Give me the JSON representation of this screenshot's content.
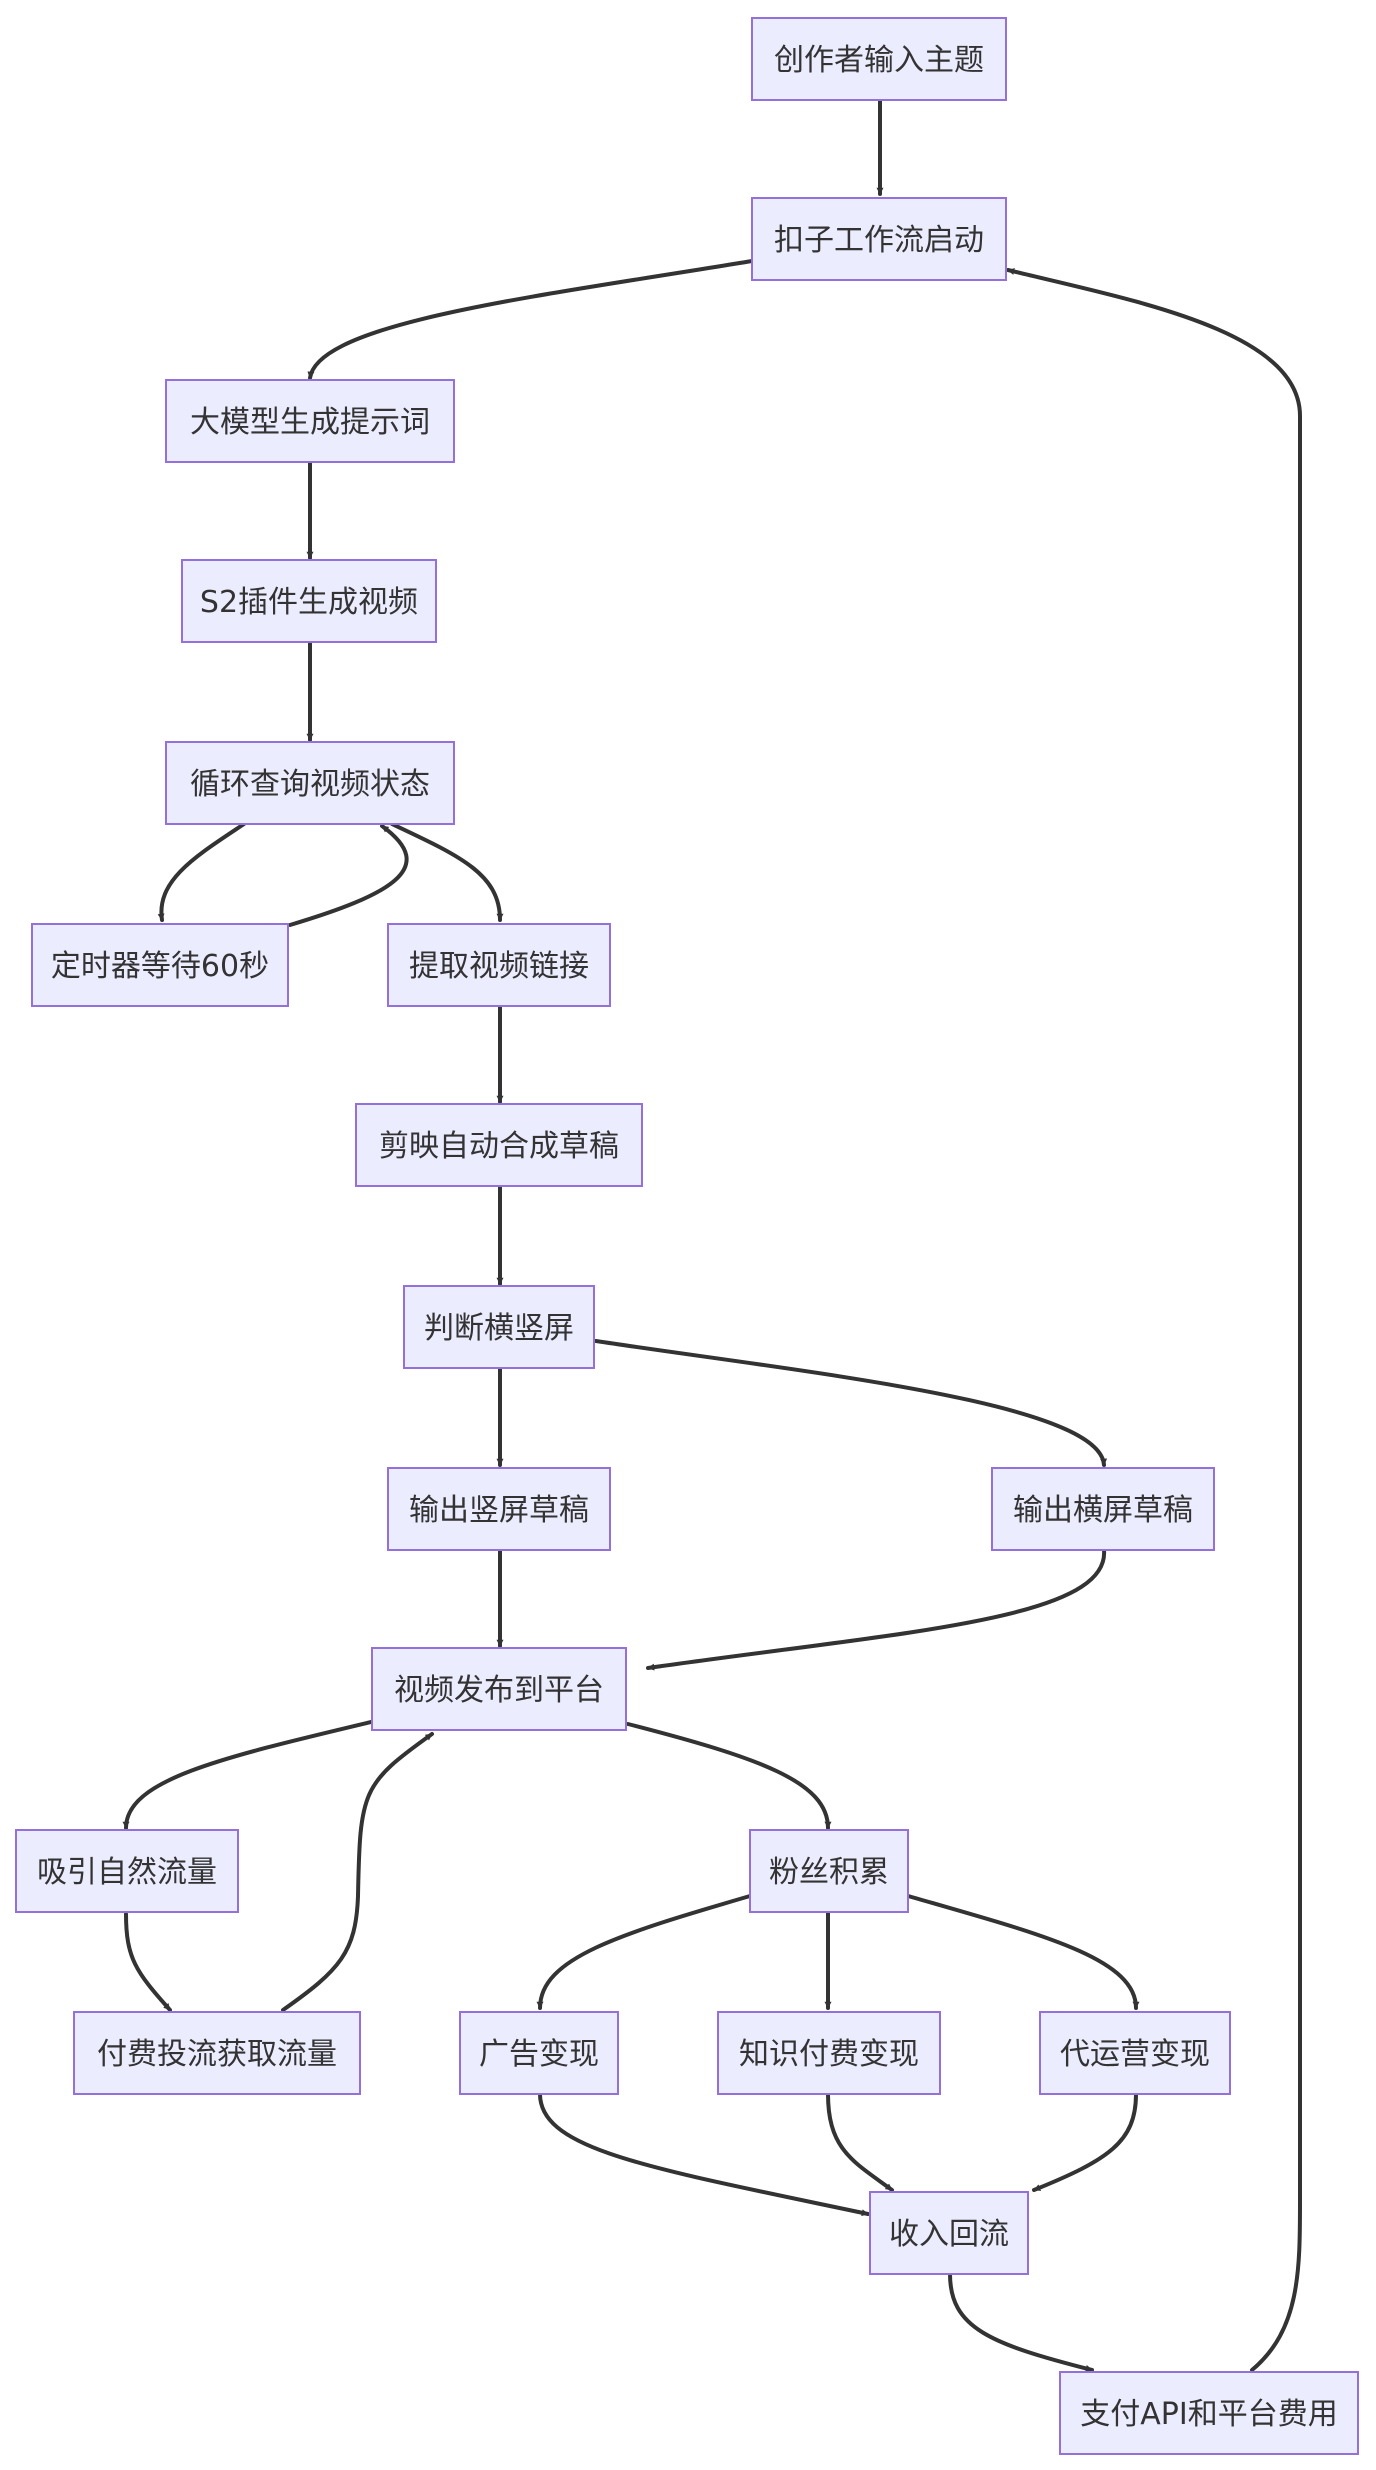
{
  "diagram": {
    "type": "flowchart",
    "colors": {
      "node_fill": "#ECECFF",
      "node_stroke": "#9370DB",
      "edge": "#333333",
      "text": "#333333"
    },
    "nodes": [
      {
        "id": "n1",
        "label": "创作者输入主题"
      },
      {
        "id": "n2",
        "label": "扣子工作流启动"
      },
      {
        "id": "n3",
        "label": "大模型生成提示词"
      },
      {
        "id": "n4",
        "label": "S2插件生成视频"
      },
      {
        "id": "n5",
        "label": "循环查询视频状态"
      },
      {
        "id": "n6",
        "label": "定时器等待60秒"
      },
      {
        "id": "n7",
        "label": "提取视频链接"
      },
      {
        "id": "n8",
        "label": "剪映自动合成草稿"
      },
      {
        "id": "n9",
        "label": "判断横竖屏"
      },
      {
        "id": "n10",
        "label": "输出竖屏草稿"
      },
      {
        "id": "n11",
        "label": "输出横屏草稿"
      },
      {
        "id": "n12",
        "label": "视频发布到平台"
      },
      {
        "id": "n13",
        "label": "吸引自然流量"
      },
      {
        "id": "n14",
        "label": "付费投流获取流量"
      },
      {
        "id": "n15",
        "label": "粉丝积累"
      },
      {
        "id": "n16",
        "label": "广告变现"
      },
      {
        "id": "n17",
        "label": "知识付费变现"
      },
      {
        "id": "n18",
        "label": "代运营变现"
      },
      {
        "id": "n19",
        "label": "收入回流"
      },
      {
        "id": "n20",
        "label": "支付API和平台费用"
      }
    ],
    "edges": [
      {
        "from": "n1",
        "to": "n2"
      },
      {
        "from": "n2",
        "to": "n3"
      },
      {
        "from": "n3",
        "to": "n4"
      },
      {
        "from": "n4",
        "to": "n5"
      },
      {
        "from": "n5",
        "to": "n6"
      },
      {
        "from": "n6",
        "to": "n5"
      },
      {
        "from": "n5",
        "to": "n7"
      },
      {
        "from": "n7",
        "to": "n8"
      },
      {
        "from": "n8",
        "to": "n9"
      },
      {
        "from": "n9",
        "to": "n10"
      },
      {
        "from": "n9",
        "to": "n11"
      },
      {
        "from": "n10",
        "to": "n12"
      },
      {
        "from": "n11",
        "to": "n12"
      },
      {
        "from": "n12",
        "to": "n13"
      },
      {
        "from": "n13",
        "to": "n14"
      },
      {
        "from": "n14",
        "to": "n12"
      },
      {
        "from": "n12",
        "to": "n15"
      },
      {
        "from": "n15",
        "to": "n16"
      },
      {
        "from": "n15",
        "to": "n17"
      },
      {
        "from": "n15",
        "to": "n18"
      },
      {
        "from": "n16",
        "to": "n19"
      },
      {
        "from": "n17",
        "to": "n19"
      },
      {
        "from": "n18",
        "to": "n19"
      },
      {
        "from": "n19",
        "to": "n20"
      },
      {
        "from": "n20",
        "to": "n2"
      }
    ]
  }
}
